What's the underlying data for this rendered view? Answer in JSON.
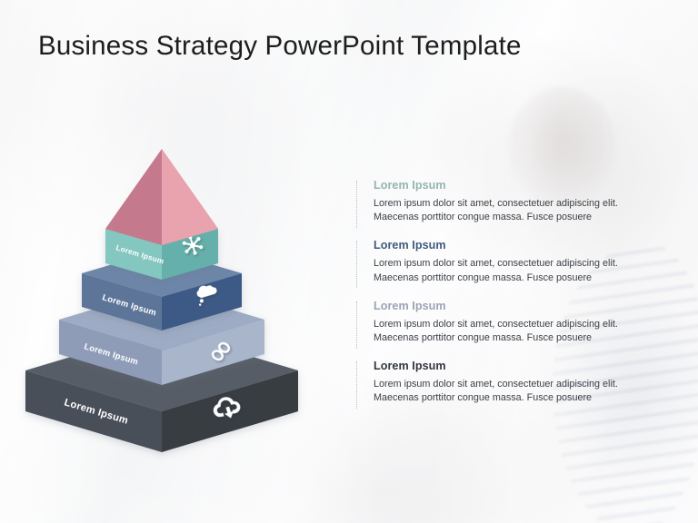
{
  "slide": {
    "title": "Business Strategy PowerPoint Template",
    "background_color": "#fbfbfc",
    "title_color": "#1d1d1d"
  },
  "pyramid": {
    "name": "4-level isometric pyramid",
    "levels": [
      {
        "label": "",
        "icon": "apex-cap-icon",
        "shape": "apex-pyramid",
        "color_left": "#c4798c",
        "color_right": "#e8a3ae",
        "color_top": "#d88c9b"
      },
      {
        "label": "Lorem Ipsum",
        "icon": "network-hub-icon",
        "shape": "box",
        "color_left": "#84c6c0",
        "color_right": "#65b0aa",
        "color_top": "#96d2cb"
      },
      {
        "label": "Lorem Ipsum",
        "icon": "thought-cloud-icon",
        "shape": "box",
        "color_left": "#5d7599",
        "color_right": "#3d5a86",
        "color_top": "#6d86a8"
      },
      {
        "label": "Lorem Ipsum",
        "icon": "chain-link-icon",
        "shape": "box",
        "color_left": "#8e9cb8",
        "color_right": "#a9b5ca",
        "color_top": "#9dacc4"
      },
      {
        "label": "Lorem Ipsum",
        "icon": "cloud-download-icon",
        "shape": "box",
        "color_left": "#4a5059",
        "color_right": "#373c43",
        "color_top": "#565d66"
      }
    ]
  },
  "content": {
    "items": [
      {
        "heading": "Lorem Ipsum",
        "heading_color": "#93b5b0",
        "line1": "Lorem ipsum dolor sit amet, consectetuer adipiscing elit.",
        "line2": "Maecenas porttitor  congue massa. Fusce posuere"
      },
      {
        "heading": "Lorem Ipsum",
        "heading_color": "#3f5a7d",
        "line1": "Lorem ipsum dolor sit amet, consectetuer adipiscing elit.",
        "line2": "Maecenas porttitor  congue massa. Fusce posuere"
      },
      {
        "heading": "Lorem Ipsum",
        "heading_color": "#9aa4b4",
        "line1": "Lorem ipsum dolor sit amet, consectetuer adipiscing elit.",
        "line2": "Maecenas porttitor  congue massa. Fusce posuere"
      },
      {
        "heading": "Lorem Ipsum",
        "heading_color": "#32373d",
        "line1": "Lorem ipsum dolor sit amet, consectetuer adipiscing elit.",
        "line2": "Maecenas porttitor  congue massa. Fusce posuere"
      }
    ]
  }
}
